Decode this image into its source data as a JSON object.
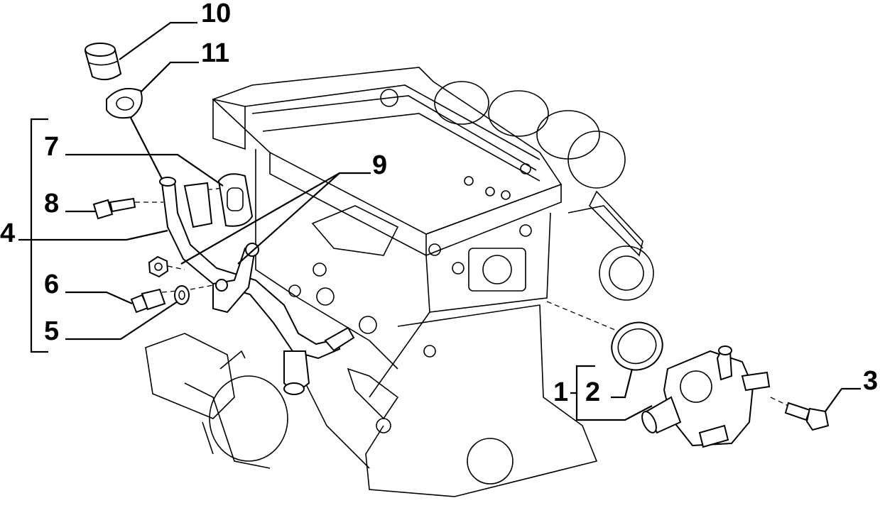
{
  "diagram": {
    "callouts": [
      {
        "id": "c1",
        "text": "1"
      },
      {
        "id": "c2",
        "text": "2"
      },
      {
        "id": "c3",
        "text": "3"
      },
      {
        "id": "c4",
        "text": "4"
      },
      {
        "id": "c5",
        "text": "5"
      },
      {
        "id": "c6",
        "text": "6"
      },
      {
        "id": "c7",
        "text": "7"
      },
      {
        "id": "c8",
        "text": "8"
      },
      {
        "id": "c9",
        "text": "9"
      },
      {
        "id": "c10",
        "text": "10"
      },
      {
        "id": "c11",
        "text": "11"
      }
    ]
  }
}
